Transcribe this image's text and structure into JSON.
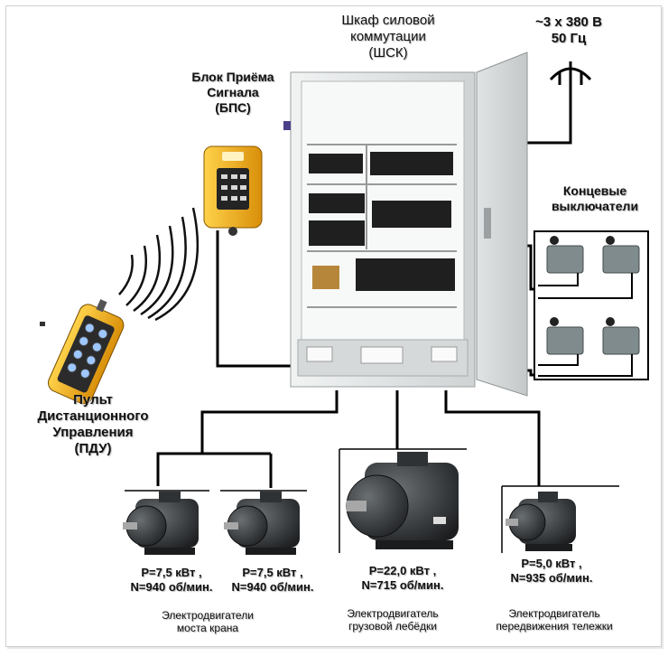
{
  "cabinet": {
    "lines": [
      "Шкаф силовой",
      "коммутации",
      "(ШСК)"
    ]
  },
  "power": {
    "lines": [
      "~3 x 380 В",
      "50 Гц"
    ]
  },
  "receiver": {
    "lines": [
      "Блок Приёма",
      "Сигнала",
      "(БПС)"
    ]
  },
  "limit_switches": {
    "lines": [
      "Концевые",
      "выключатели"
    ]
  },
  "remote": {
    "lines": [
      "Пульт",
      "Дистанционного",
      "Управления",
      "(ПДУ)"
    ]
  },
  "motors": [
    {
      "spec": [
        "P=7,5 кВт ,",
        "N=940 об/мин."
      ]
    },
    {
      "spec": [
        "P=7,5 кВт ,",
        "N=940 об/мин."
      ]
    },
    {
      "spec": [
        "P=22,0 кВт ,",
        "N=715 об/мин."
      ]
    },
    {
      "spec": [
        "P=5,0 кВт ,",
        "N=935 об/мин."
      ]
    }
  ],
  "captions": {
    "bridge": [
      "Электродвигатели",
      "моста крана"
    ],
    "hoist": [
      "Электродвигатель",
      "грузовой лебёдки"
    ],
    "trolley": [
      "Электродвигатель",
      "передвижения тележки"
    ]
  },
  "colors": {
    "cabinet": "#e3e6e6",
    "receiver": "#f2b21b",
    "remote": "#e8a915",
    "motor": "#2a2d2f",
    "wire": "#000000"
  }
}
